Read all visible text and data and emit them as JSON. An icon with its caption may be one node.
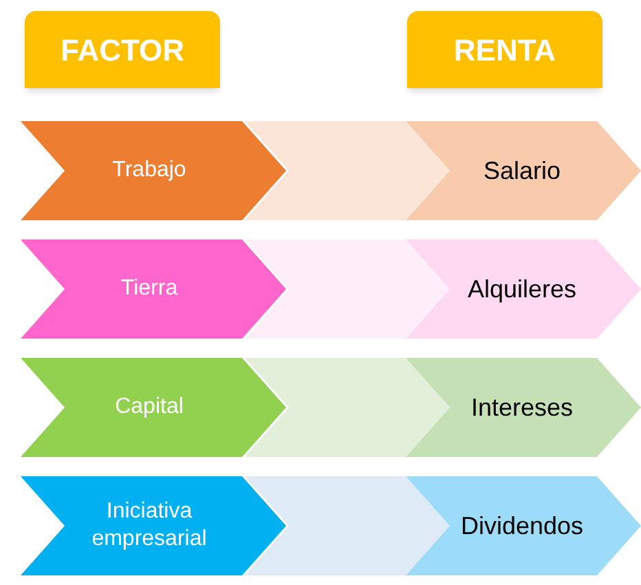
{
  "diagram": {
    "nodes": [
      {
        "text": [
          "FACTOR"
        ]
      },
      {
        "text": [
          "RENTA"
        ]
      },
      {
        "text": [
          "Trabajo"
        ]
      },
      {
        "text": [
          "Salario"
        ]
      },
      {
        "text": [
          "Tierra"
        ]
      },
      {
        "text": [
          "Alquileres"
        ]
      },
      {
        "text": [
          "Capital"
        ]
      },
      {
        "text": [
          "Intereses"
        ]
      },
      {
        "text": [
          "Iniciativa empresarial"
        ]
      },
      {
        "text": [
          "Dividendos"
        ]
      }
    ],
    "edges": [
      {
        "from": 2,
        "to": 3,
        "arrow": "to",
        "color": "#fbe5d6"
      },
      {
        "from": 4,
        "to": 5,
        "arrow": "to",
        "color": "#fdeefa"
      },
      {
        "from": 6,
        "to": 7,
        "arrow": "to",
        "color": "#e2f0d9"
      },
      {
        "from": 8,
        "to": 9,
        "arrow": "to",
        "color": "#deebf7"
      }
    ]
  }
}
